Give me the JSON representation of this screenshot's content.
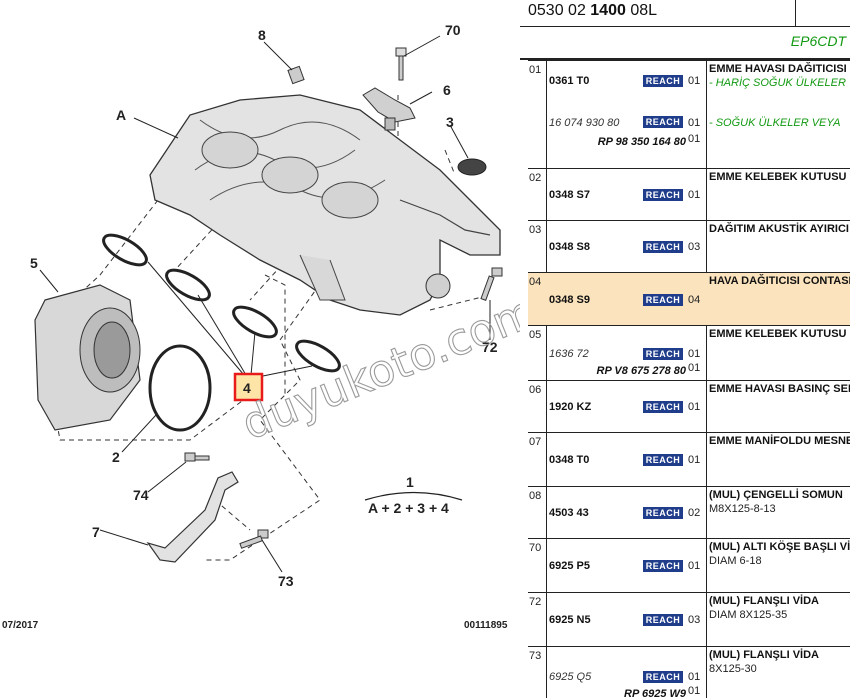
{
  "diagram": {
    "callouts": {
      "c8": "8",
      "c70": "70",
      "cA": "A",
      "c6": "6",
      "c3": "3",
      "c5": "5",
      "c4": "4",
      "c72": "72",
      "c2": "2",
      "c74": "74",
      "c7": "7",
      "c73": "73",
      "c1": "1"
    },
    "formula": "A + 2 + 3 + 4",
    "date": "07/2017",
    "diagram_id": "00111895",
    "watermark": "duyukoto.com"
  },
  "header": {
    "ref_pre": "0530 02 ",
    "ref_bold": "1400",
    "ref_post": " 08L"
  },
  "model": "EP6CDT",
  "reach_label": "REACH",
  "rows": [
    {
      "num": "01",
      "code": "0361 T0",
      "qty": "01",
      "desc": "EMME HAVASI DAĞITICISI",
      "note": "- HARİÇ SOĞUK ÜLKELER",
      "alt": "16 074 930 80",
      "alt_qty": "01",
      "alt_note": "- SOĞUK ÜLKELER VEYA",
      "rp": "RP 98 350 164 80",
      "rp_qty": "01"
    },
    {
      "num": "02",
      "code": "0348 S7",
      "qty": "01",
      "desc": "EMME KELEBEK KUTUSU"
    },
    {
      "num": "03",
      "code": "0348 S8",
      "qty": "03",
      "desc": "DAĞITIM AKUSTİK AYIRICI"
    },
    {
      "num": "04",
      "code": "0348 S9",
      "qty": "04",
      "desc": "HAVA DAĞITICISI CONTASI"
    },
    {
      "num": "05",
      "alt": "1636 72",
      "qty": "01",
      "desc": "EMME KELEBEK KUTUSU",
      "rp": "RP V8 675 278 80",
      "rp_qty": "01"
    },
    {
      "num": "06",
      "code": "1920 KZ",
      "qty": "01",
      "desc": "EMME HAVASI BASINÇ SENSÖRÜ"
    },
    {
      "num": "07",
      "code": "0348 T0",
      "qty": "01",
      "desc": "EMME MANİFOLDU MESNEDİ"
    },
    {
      "num": "08",
      "code": "4503 43",
      "qty": "02",
      "desc": "(MUL) ÇENGELLİ SOMUN",
      "sub": "M8X125-8-13"
    },
    {
      "num": "70",
      "code": "6925 P5",
      "qty": "01",
      "desc": "(MUL) ALTI KÖŞE BAŞLI VİDA",
      "sub": "DIAM 6-18"
    },
    {
      "num": "72",
      "code": "6925 N5",
      "qty": "03",
      "desc": "(MUL) FLANŞLI VİDA",
      "sub": "DIAM 8X125-35"
    },
    {
      "num": "73",
      "alt": "6925 Q5",
      "qty": "01",
      "desc": "(MUL) FLANŞLI VİDA",
      "sub": "8X125-30",
      "rp": "RP 6925 W9",
      "rp_qty": "01"
    }
  ]
}
